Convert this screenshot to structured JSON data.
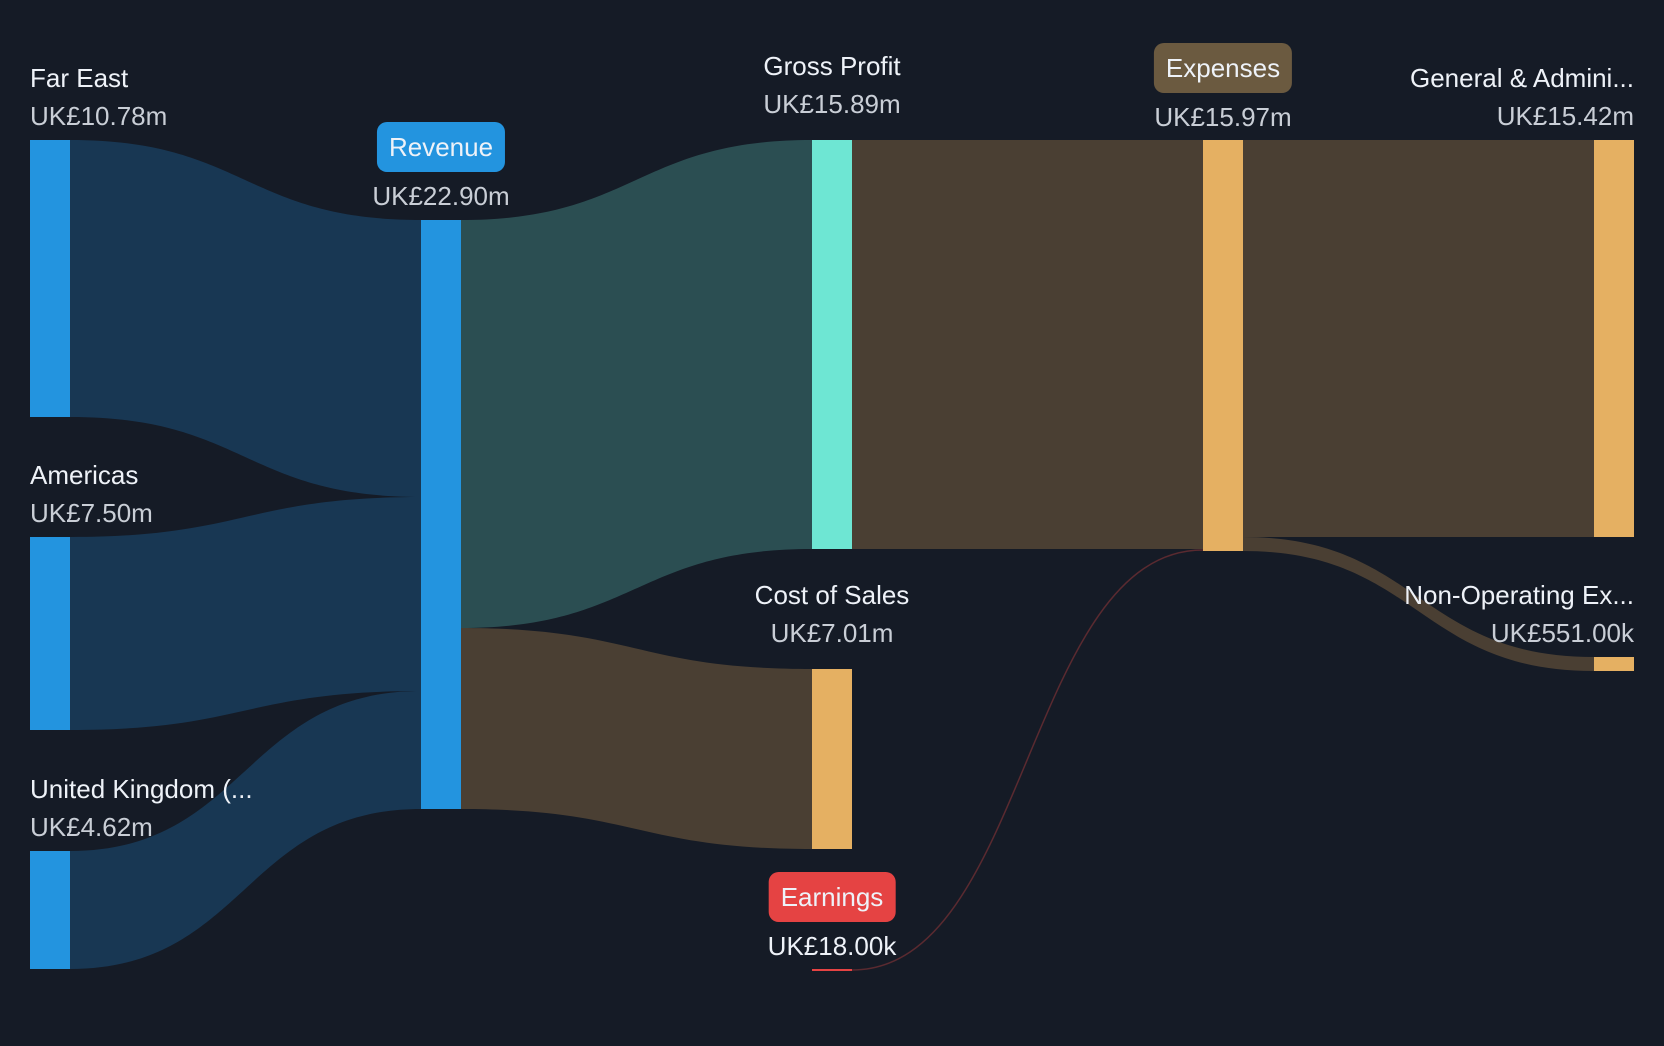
{
  "colors": {
    "background": "#151b26",
    "revenue_node": "#2394df",
    "revenue_link": "#183753",
    "gross_profit_node": "#6ee6d3",
    "gross_profit_link": "#2b4e52",
    "expense_node": "#e5b062",
    "expense_link": "#4a3f33",
    "earnings_badge": "#e54343",
    "earnings_link": "#5a2a30",
    "expenses_badge": "#6b5a40",
    "revenue_badge": "#2394df"
  },
  "nodes": {
    "far_east": {
      "name": "Far East",
      "value": "UK£10.78m"
    },
    "americas": {
      "name": "Americas",
      "value": "UK£7.50m"
    },
    "united_kingdom": {
      "name": "United Kingdom (...",
      "value": "UK£4.62m"
    },
    "revenue": {
      "name": "Revenue",
      "value": "UK£22.90m"
    },
    "gross_profit": {
      "name": "Gross Profit",
      "value": "UK£15.89m"
    },
    "cost_of_sales": {
      "name": "Cost of Sales",
      "value": "UK£7.01m"
    },
    "earnings": {
      "name": "Earnings",
      "value": "UK£18.00k"
    },
    "expenses": {
      "name": "Expenses",
      "value": "UK£15.97m"
    },
    "general_admin": {
      "name": "General & Admini...",
      "value": "UK£15.42m"
    },
    "non_operating": {
      "name": "Non-Operating Ex...",
      "value": "UK£551.00k"
    }
  },
  "chart_data": {
    "type": "sankey",
    "title": "",
    "currency": "GBP",
    "nodes": [
      {
        "id": "far_east",
        "label": "Far East",
        "value": 10.78,
        "unit": "m"
      },
      {
        "id": "americas",
        "label": "Americas",
        "value": 7.5,
        "unit": "m"
      },
      {
        "id": "united_kingdom",
        "label": "United Kingdom (...",
        "value": 4.62,
        "unit": "m"
      },
      {
        "id": "revenue",
        "label": "Revenue",
        "value": 22.9,
        "unit": "m"
      },
      {
        "id": "gross_profit",
        "label": "Gross Profit",
        "value": 15.89,
        "unit": "m"
      },
      {
        "id": "cost_of_sales",
        "label": "Cost of Sales",
        "value": 7.01,
        "unit": "m"
      },
      {
        "id": "earnings",
        "label": "Earnings",
        "value": 0.018,
        "unit": "m"
      },
      {
        "id": "expenses",
        "label": "Expenses",
        "value": 15.97,
        "unit": "m"
      },
      {
        "id": "general_admin",
        "label": "General & Admini...",
        "value": 15.42,
        "unit": "m"
      },
      {
        "id": "non_operating",
        "label": "Non-Operating Ex...",
        "value": 0.551,
        "unit": "m"
      }
    ],
    "links": [
      {
        "source": "far_east",
        "target": "revenue",
        "value": 10.78
      },
      {
        "source": "americas",
        "target": "revenue",
        "value": 7.5
      },
      {
        "source": "united_kingdom",
        "target": "revenue",
        "value": 4.62
      },
      {
        "source": "revenue",
        "target": "gross_profit",
        "value": 15.89
      },
      {
        "source": "revenue",
        "target": "cost_of_sales",
        "value": 7.01
      },
      {
        "source": "gross_profit",
        "target": "expenses",
        "value": 15.89
      },
      {
        "source": "earnings",
        "target": "expenses",
        "value": 0.018
      },
      {
        "source": "expenses",
        "target": "general_admin",
        "value": 15.42
      },
      {
        "source": "expenses",
        "target": "non_operating",
        "value": 0.551
      }
    ]
  }
}
